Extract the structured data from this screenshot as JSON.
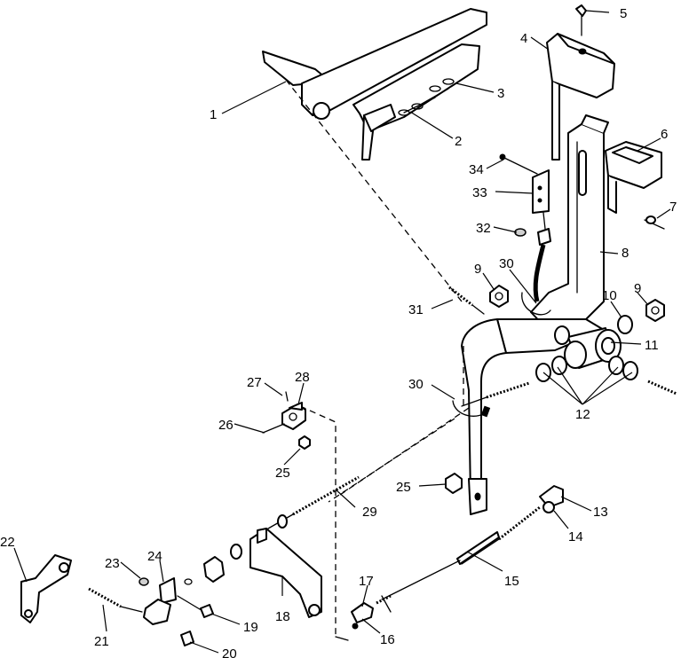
{
  "diagram": {
    "callouts": [
      {
        "id": "1",
        "label": "1"
      },
      {
        "id": "2",
        "label": "2"
      },
      {
        "id": "3",
        "label": "3"
      },
      {
        "id": "4",
        "label": "4"
      },
      {
        "id": "5",
        "label": "5"
      },
      {
        "id": "6",
        "label": "6"
      },
      {
        "id": "7",
        "label": "7"
      },
      {
        "id": "8",
        "label": "8"
      },
      {
        "id": "9a",
        "label": "9"
      },
      {
        "id": "9b",
        "label": "9"
      },
      {
        "id": "10",
        "label": "10"
      },
      {
        "id": "11",
        "label": "11"
      },
      {
        "id": "12",
        "label": "12"
      },
      {
        "id": "13",
        "label": "13"
      },
      {
        "id": "14",
        "label": "14"
      },
      {
        "id": "15",
        "label": "15"
      },
      {
        "id": "16",
        "label": "16"
      },
      {
        "id": "17",
        "label": "17"
      },
      {
        "id": "18",
        "label": "18"
      },
      {
        "id": "19",
        "label": "19"
      },
      {
        "id": "20",
        "label": "20"
      },
      {
        "id": "21",
        "label": "21"
      },
      {
        "id": "22",
        "label": "22"
      },
      {
        "id": "23",
        "label": "23"
      },
      {
        "id": "24",
        "label": "24"
      },
      {
        "id": "25a",
        "label": "25"
      },
      {
        "id": "25b",
        "label": "25"
      },
      {
        "id": "26",
        "label": "26"
      },
      {
        "id": "27",
        "label": "27"
      },
      {
        "id": "28",
        "label": "28"
      },
      {
        "id": "29",
        "label": "29"
      },
      {
        "id": "30a",
        "label": "30"
      },
      {
        "id": "30b",
        "label": "30"
      },
      {
        "id": "31",
        "label": "31"
      },
      {
        "id": "32",
        "label": "32"
      },
      {
        "id": "33",
        "label": "33"
      },
      {
        "id": "34",
        "label": "34"
      }
    ]
  }
}
